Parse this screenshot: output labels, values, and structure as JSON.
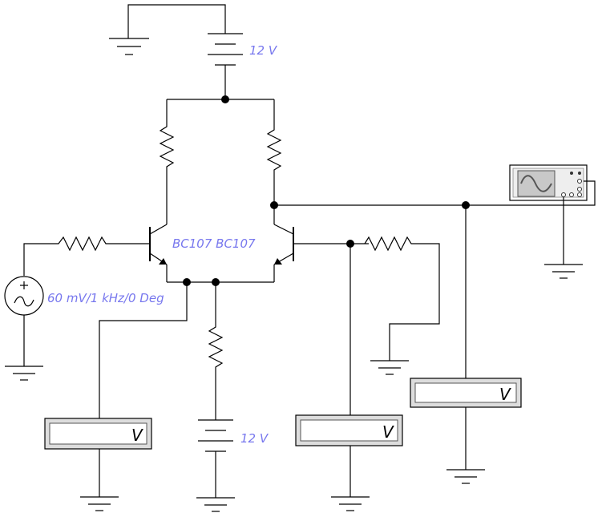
{
  "colors": {
    "wire": "#000000",
    "label": "#7777ee",
    "meter_frame": "#dddddd",
    "scope_screen": "#c8c8c8",
    "scope_wave": "#555555"
  },
  "labels": {
    "vcc_top": "12 V",
    "vee_bottom": "12 V",
    "transistors": "BC107 BC107",
    "signal_source": "60 mV/1 kHz/0 Deg"
  },
  "meters": {
    "left_unit": "V",
    "middle_unit": "V",
    "right_unit": "V"
  },
  "icons": {
    "oscilloscope": "oscilloscope-icon",
    "ac_source": "ac-source-icon",
    "ground": "ground-icon",
    "battery": "battery-icon",
    "resistor": "resistor-icon",
    "transistor": "npn-transistor-icon"
  }
}
